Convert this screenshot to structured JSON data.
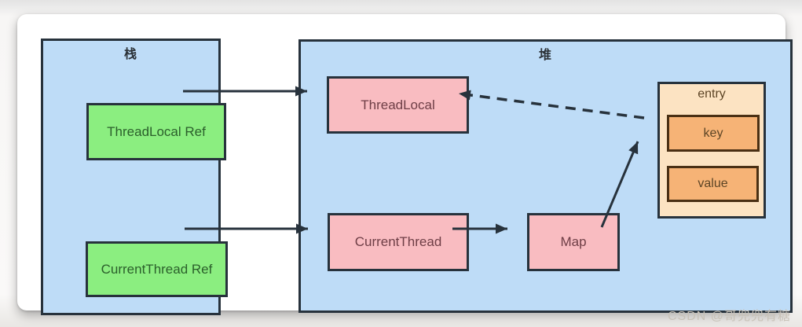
{
  "diagram": {
    "stack": {
      "title": "栈",
      "nodes": [
        {
          "id": "threadlocal-ref",
          "label": "ThreadLocal Ref"
        },
        {
          "id": "currentthread-ref",
          "label": "CurrentThread Ref"
        }
      ]
    },
    "heap": {
      "title": "堆",
      "nodes": [
        {
          "id": "threadlocal",
          "label": "ThreadLocal"
        },
        {
          "id": "currentthread",
          "label": "CurrentThread"
        },
        {
          "id": "map",
          "label": "Map"
        }
      ],
      "entry": {
        "title": "entry",
        "fields": [
          {
            "id": "key",
            "label": "key"
          },
          {
            "id": "value",
            "label": "value"
          }
        ]
      }
    },
    "edges": [
      {
        "from": "threadlocal-ref",
        "to": "threadlocal",
        "style": "solid"
      },
      {
        "from": "currentthread-ref",
        "to": "currentthread",
        "style": "solid"
      },
      {
        "from": "currentthread",
        "to": "map",
        "style": "solid"
      },
      {
        "from": "map",
        "to": "entry.key",
        "style": "solid"
      },
      {
        "from": "entry.key",
        "to": "threadlocal",
        "style": "dashed"
      }
    ],
    "colors": {
      "region_fill": "#bedcf7",
      "stack_node_fill": "#8bee80",
      "heap_node_fill": "#f9bcc1",
      "entry_fill": "#fce3c2",
      "entry_field_fill": "#f6b376",
      "border": "#27323c"
    }
  },
  "watermark": "CSDN @哥兜兜有糖"
}
